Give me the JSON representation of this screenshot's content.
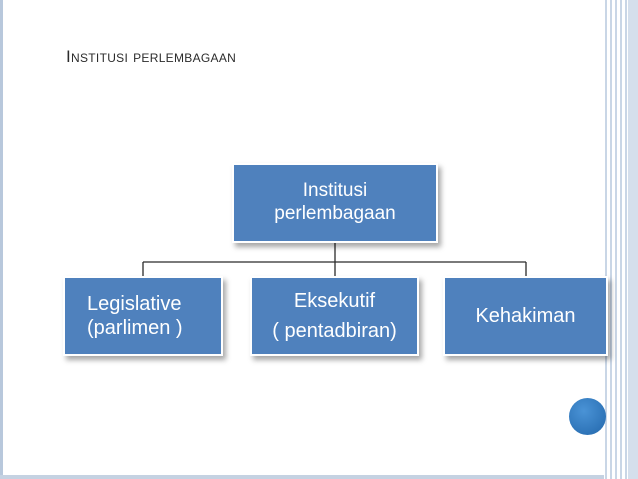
{
  "slide": {
    "title_first": "I",
    "title_rest": "nstitusi perlembagaan"
  },
  "diagram": {
    "root": {
      "line1": "Institusi",
      "line2": "perlembagaan"
    },
    "children": [
      {
        "line1": "Legislative",
        "line2": "(parlimen )"
      },
      {
        "line1": "Eksekutif",
        "line2": "( pentadbiran)"
      },
      {
        "line1": "Kehakiman"
      }
    ]
  },
  "colors": {
    "node_fill": "#4f81bd",
    "node_text": "#ffffff",
    "accent_orb": "#2e74b8",
    "frame": "#b8c8dc"
  }
}
